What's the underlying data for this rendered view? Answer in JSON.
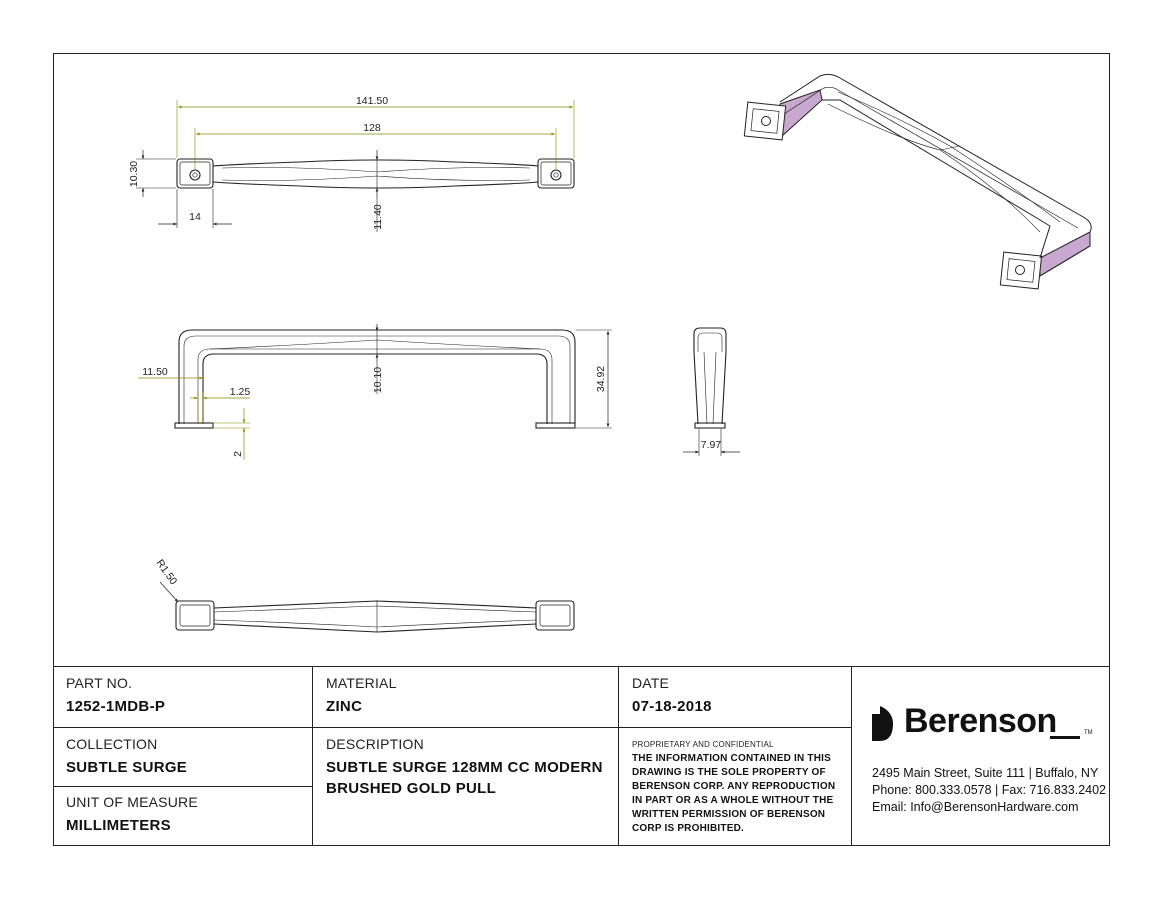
{
  "dimensions": {
    "overall_length": "141.50",
    "center_to_center": "128",
    "end_height": "10.30",
    "bar_width": "11.40",
    "end_width": "14",
    "bar_thickness": "10.10",
    "leg_offset": "11.50",
    "wall": "1.25",
    "base_step": "2",
    "projection": "34.92",
    "depth": "7.97",
    "radius": "R1.50"
  },
  "title_block": {
    "part_no_label": "PART NO.",
    "part_no": "1252-1MDB-P",
    "material_label": "MATERIAL",
    "material": "ZINC",
    "date_label": "DATE",
    "date": "07-18-2018",
    "collection_label": "COLLECTION",
    "collection": "SUBTLE SURGE",
    "description_label": "DESCRIPTION",
    "description": "SUBTLE SURGE 128MM CC MODERN BRUSHED GOLD PULL",
    "uom_label": "UNIT OF MEASURE",
    "uom": "MILLIMETERS",
    "proprietary_title": "PROPRIETARY AND CONFIDENTIAL",
    "proprietary_text": "THE INFORMATION CONTAINED IN THIS DRAWING IS THE SOLE PROPERTY OF BERENSON CORP. ANY REPRODUCTION IN PART OR AS A WHOLE WITHOUT THE WRITTEN PERMISSION OF BERENSON CORP IS PROHIBITED."
  },
  "company": {
    "name": "Berenson",
    "tm": "TM",
    "address": "2495 Main Street, Suite 111 | Buffalo, NY",
    "phone": "Phone: 800.333.0578 | Fax: 716.833.2402",
    "email": "Email: Info@BerensonHardware.com"
  },
  "colors": {
    "dimension": "#8a8a00",
    "line": "#222222",
    "accent_face": "#c9a8cf"
  }
}
